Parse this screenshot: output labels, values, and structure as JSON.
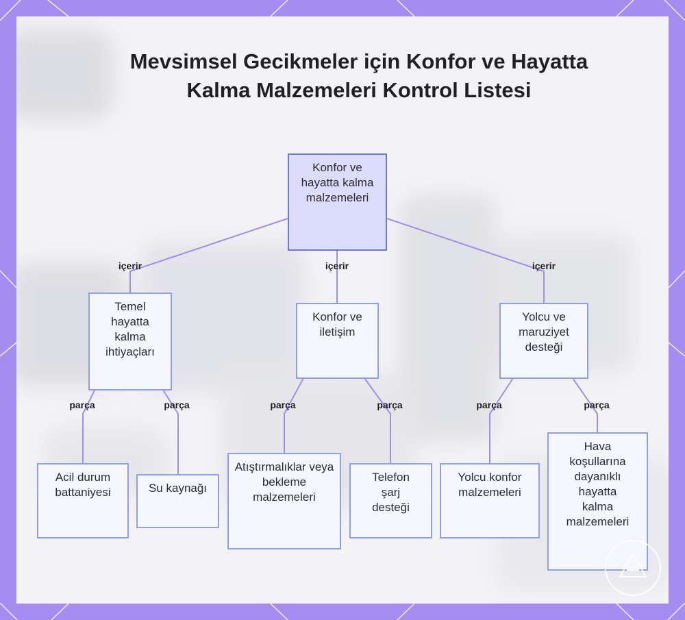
{
  "title": "Mevsimsel Gecikmeler için Konfor ve Hayatta Kalma Malzemeleri Kontrol Listesi",
  "nodes": {
    "root": "Konfor ve hayatta kalma malzemeleri",
    "basic": "Temel hayatta kalma ihtiyaçları",
    "comfort": "Konfor ve iletişim",
    "passenger": "Yolcu ve maruziyet desteği",
    "blanket": "Acil durum battaniyesi",
    "water": "Su kaynağı",
    "snacks": "Atıştırmalıklar veya bekleme malzemeleri",
    "phone": "Telefon şarj desteği",
    "pcomfort": "Yolcu konfor malzemeleri",
    "weather": "Hava koşullarına dayanıklı hayatta kalma malzemeleri"
  },
  "edge_labels": {
    "contains": "içerir",
    "part": "parça"
  },
  "colors": {
    "frame": "#a48cf0",
    "connector": "#a38de8",
    "node_border": "#8e9fe6",
    "root_fill": "#dcdcfb"
  }
}
